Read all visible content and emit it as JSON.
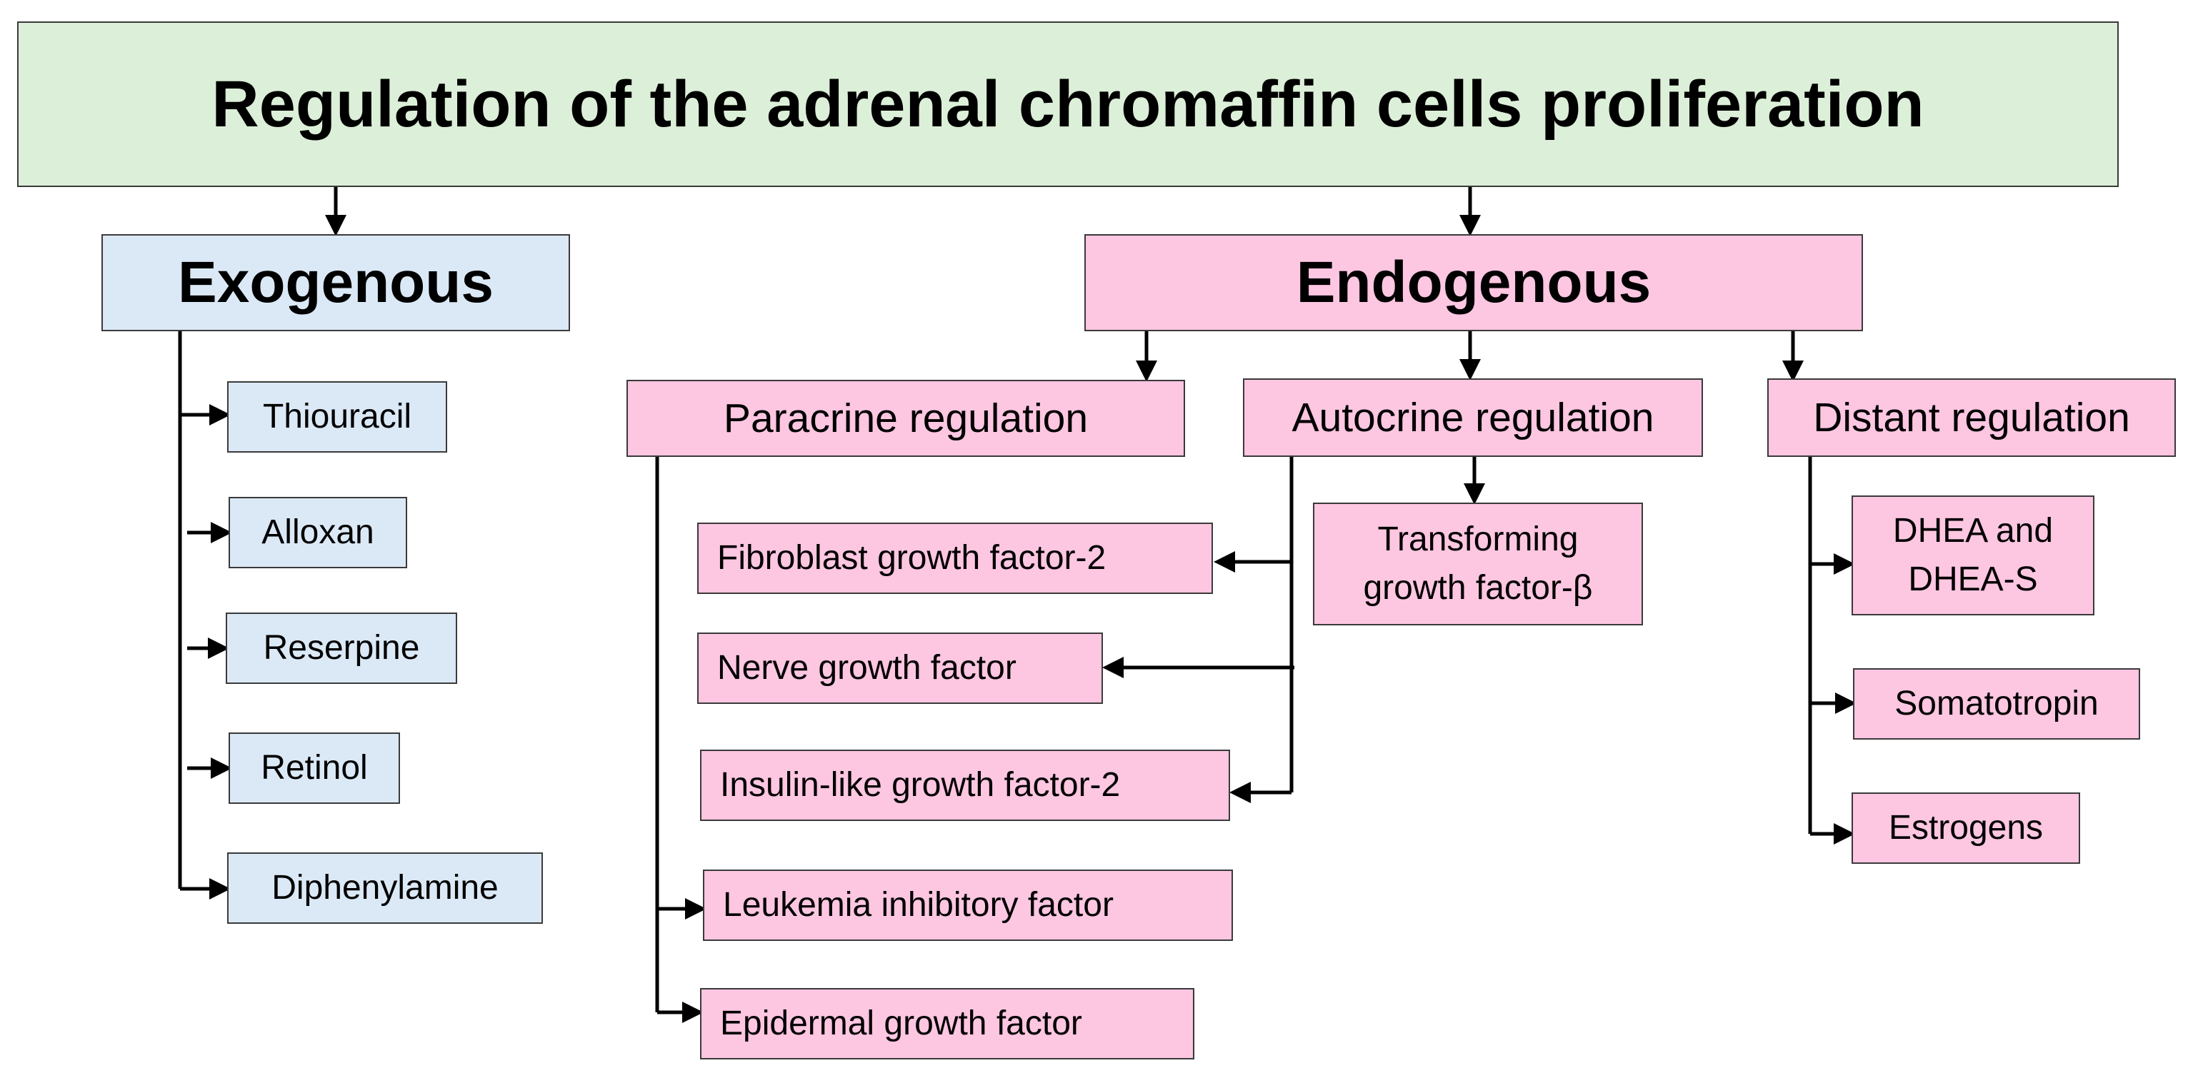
{
  "title": "Regulation of the adrenal chromaffin cells proliferation",
  "exogenous": {
    "label": "Exogenous",
    "items": [
      "Thiouracil",
      "Alloxan",
      "Reserpine",
      "Retinol",
      "Diphenylamine"
    ]
  },
  "endogenous": {
    "label": "Endogenous",
    "paracrine": {
      "label": "Paracrine regulation",
      "items": [
        "Fibroblast growth factor-2",
        "Nerve growth factor",
        "Insulin-like growth factor-2",
        "Leukemia inhibitory factor",
        "Epidermal growth factor"
      ]
    },
    "autocrine": {
      "label": "Autocrine regulation",
      "items": [
        "Transforming growth factor-β"
      ]
    },
    "distant": {
      "label": "Distant regulation",
      "items": [
        "DHEA and DHEA-S",
        "Somatotropin",
        "Estrogens"
      ]
    }
  },
  "colors": {
    "title_fill": "#dcefd8",
    "exogenous_fill": "#dbe9f6",
    "endogenous_fill": "#fdc6e1",
    "border": "#3a3a3a",
    "line": "#000000"
  }
}
